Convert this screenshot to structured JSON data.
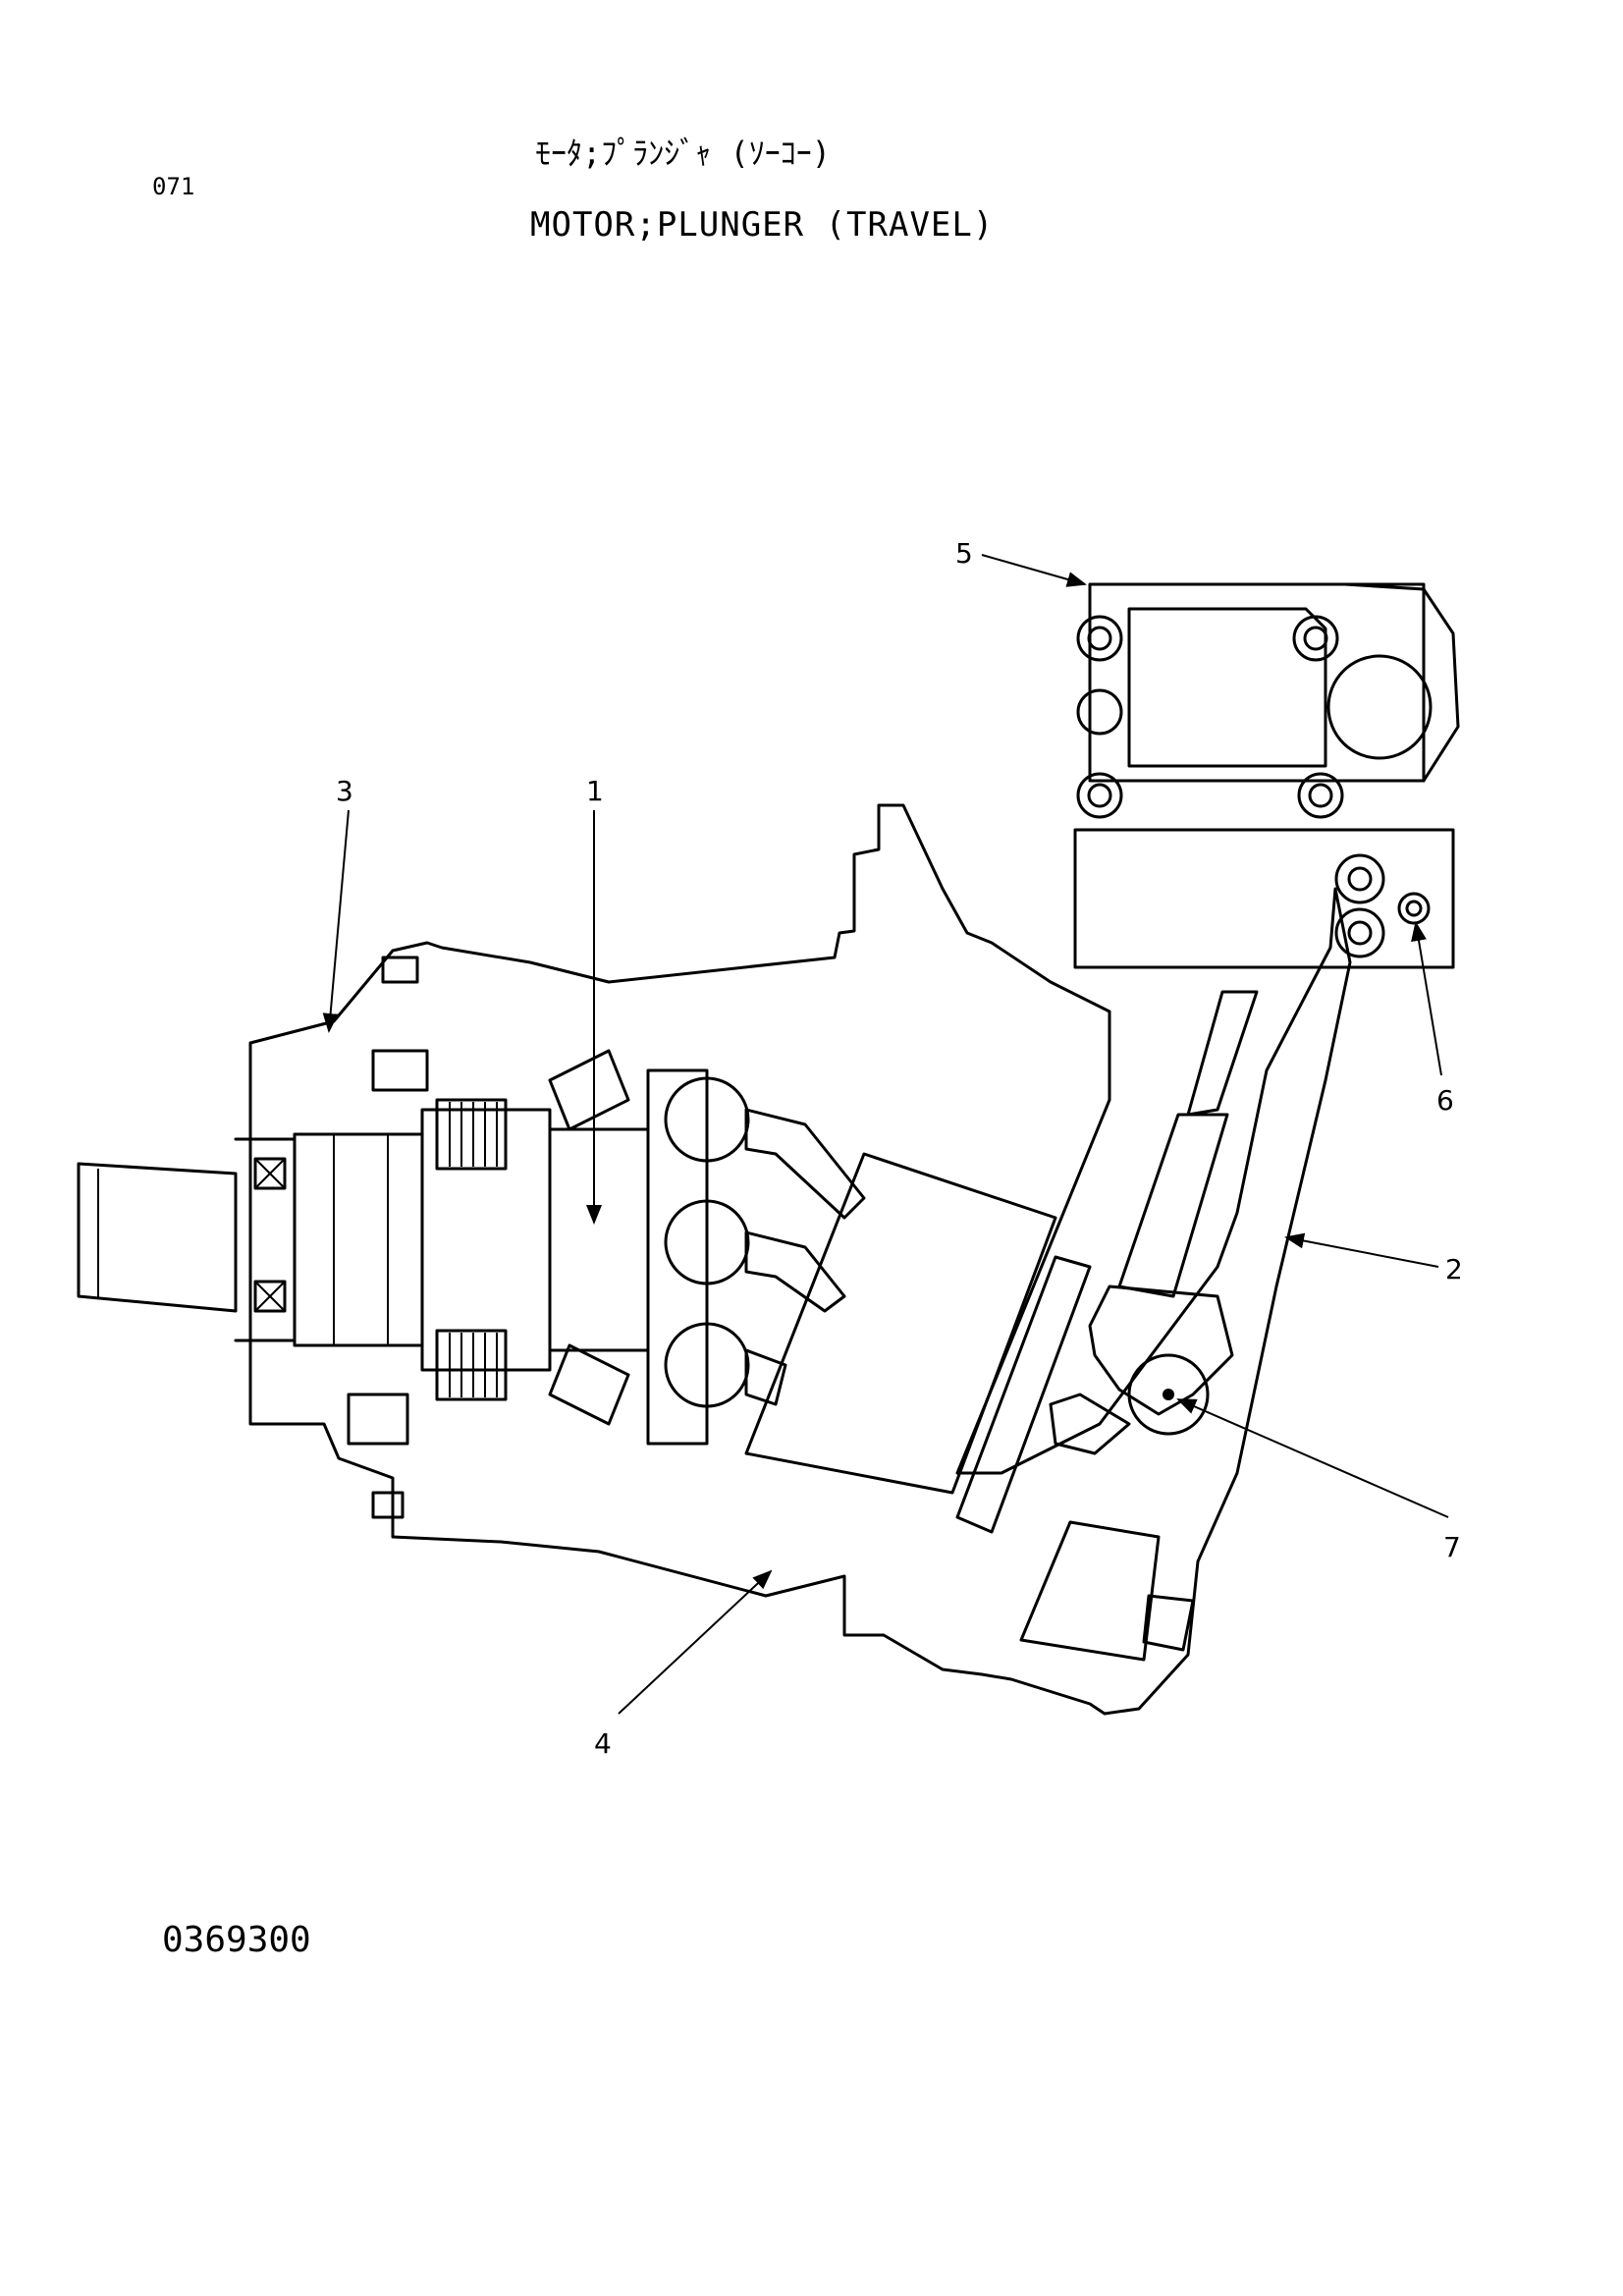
{
  "header": {
    "page_number": "071",
    "title_jp": "ﾓｰﾀ;ﾌﾟﾗﾝｼﾞｬ (ｿｰｺｰ)",
    "title_en": "MOTOR;PLUNGER (TRAVEL)"
  },
  "footer": {
    "drawing_number": "0369300"
  },
  "callouts": [
    {
      "number": "1"
    },
    {
      "number": "2"
    },
    {
      "number": "3"
    },
    {
      "number": "4"
    },
    {
      "number": "5"
    },
    {
      "number": "6"
    },
    {
      "number": "7"
    }
  ]
}
